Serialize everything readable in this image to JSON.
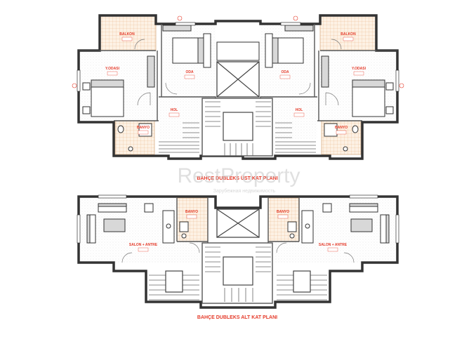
{
  "watermark": {
    "brand": "RestProperty",
    "tagline": "Зарубежная недвижимость"
  },
  "upper_plan": {
    "title": "BAHÇE DUBLEKS ÜST KAT PLANI",
    "rooms": {
      "balkon_left": "BALKON",
      "balkon_right": "BALKON",
      "yatak_left": "Y.ODASI",
      "yatak_right": "Y.ODASI",
      "oda_left": "ODA",
      "oda_right": "ODA",
      "hol_left": "HOL",
      "hol_right": "HOL",
      "banyo_left": "BANYO",
      "banyo_right": "BANYO"
    }
  },
  "lower_plan": {
    "title": "BAHÇE DUBLEKS ALT KAT PLANI",
    "rooms": {
      "salon_left": "SALON + ANTRE",
      "salon_right": "SALON + ANTRE",
      "banyo_left": "BANYO",
      "banyo_right": "BANYO"
    }
  }
}
